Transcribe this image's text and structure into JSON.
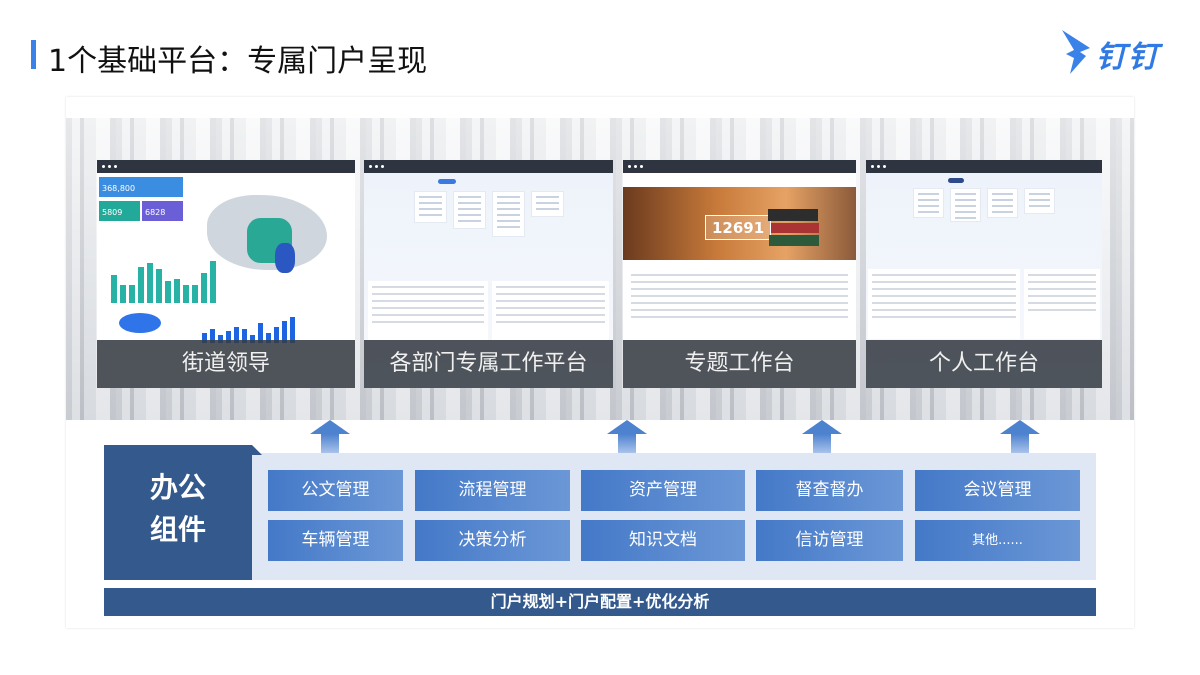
{
  "header": {
    "title": "1个基础平台：专属门户呈现",
    "logo_text": "钉钉"
  },
  "portals": [
    {
      "caption": "街道领导",
      "stats": [
        "368,800",
        "5809",
        "6828"
      ]
    },
    {
      "caption": "各部门专属工作平台"
    },
    {
      "caption": "专题工作台",
      "banner_number": "12691"
    },
    {
      "caption": "个人工作台"
    }
  ],
  "components": {
    "title_line1": "办公",
    "title_line2": "组件",
    "items": [
      "公文管理",
      "流程管理",
      "资产管理",
      "督查督办",
      "会议管理",
      "车辆管理",
      "决策分析",
      "知识文档",
      "信访管理",
      "其他......"
    ]
  },
  "footer": {
    "label": "门户规划+门户配置+优化分析"
  },
  "colors": {
    "accent": "#3b82e8",
    "dark_blue": "#33598d",
    "button_blue": "#4479c8"
  }
}
